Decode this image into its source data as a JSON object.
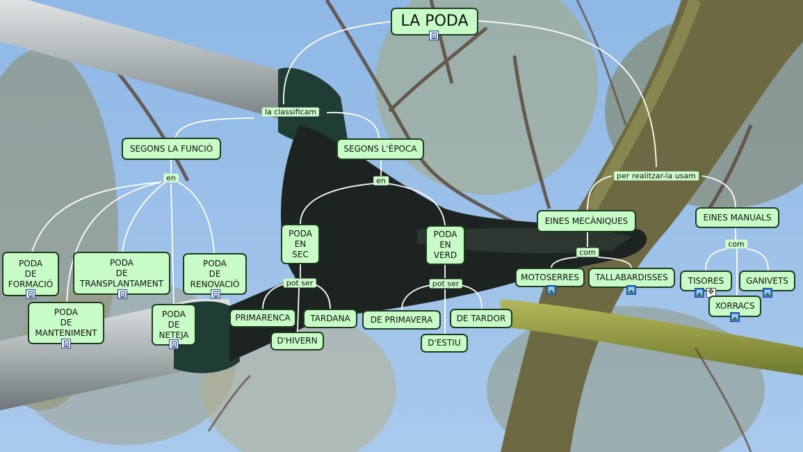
{
  "map": {
    "root": "LA PODA",
    "links": {
      "classify": "la classificam",
      "use": "per realitzar-la usam",
      "en_funcio": "en",
      "en_epoca": "en",
      "pot_ser_sec": "pot ser",
      "pot_ser_verd": "pot ser",
      "com_mecaniques": "com",
      "com_manuals": "com"
    },
    "concepts": {
      "segons_funcio": "SEGONS LA FUNCIÓ",
      "segons_epoca": "SEGONS L'ÈPOCA",
      "eines_mecaniques": "EINES MECÀNIQUES",
      "eines_manuals": "EINES MANUALS",
      "formacio": "PODA\nDE\nFORMACIÓ",
      "manteniment": "PODA\nDE\nMANTENIMENT",
      "transplantament": "PODA\nDE\nTRANSPLANTAMENT",
      "neteja": "PODA\nDE\nNETEJA",
      "renovacio": "PODA\nDE\nRENOVACIÓ",
      "sec": "PODA\nEN\nSEC",
      "verd": "PODA\nEN\nVERD",
      "primarenca": "PRIMARENCA",
      "hivern": "D'HIVERN",
      "tardana": "TARDANA",
      "primavera": "DE PRIMAVERA",
      "estiu": "D'ESTIU",
      "tardor": "DE TARDOR",
      "motoserres": "MOTOSERRES",
      "tallabardisses": "TALLABARDISSES",
      "tisores": "TISORES",
      "xorracs": "XORRACS",
      "ganivets": "GANIVETS"
    }
  },
  "colors": {
    "node_fill": "#c7fcc6",
    "node_border": "#1f3a1f",
    "link_line": "#ffffff",
    "sky": "#9fc3ea"
  },
  "icons": {
    "document": "document-icon",
    "image": "image-icon",
    "cluster": "cluster-icon"
  }
}
